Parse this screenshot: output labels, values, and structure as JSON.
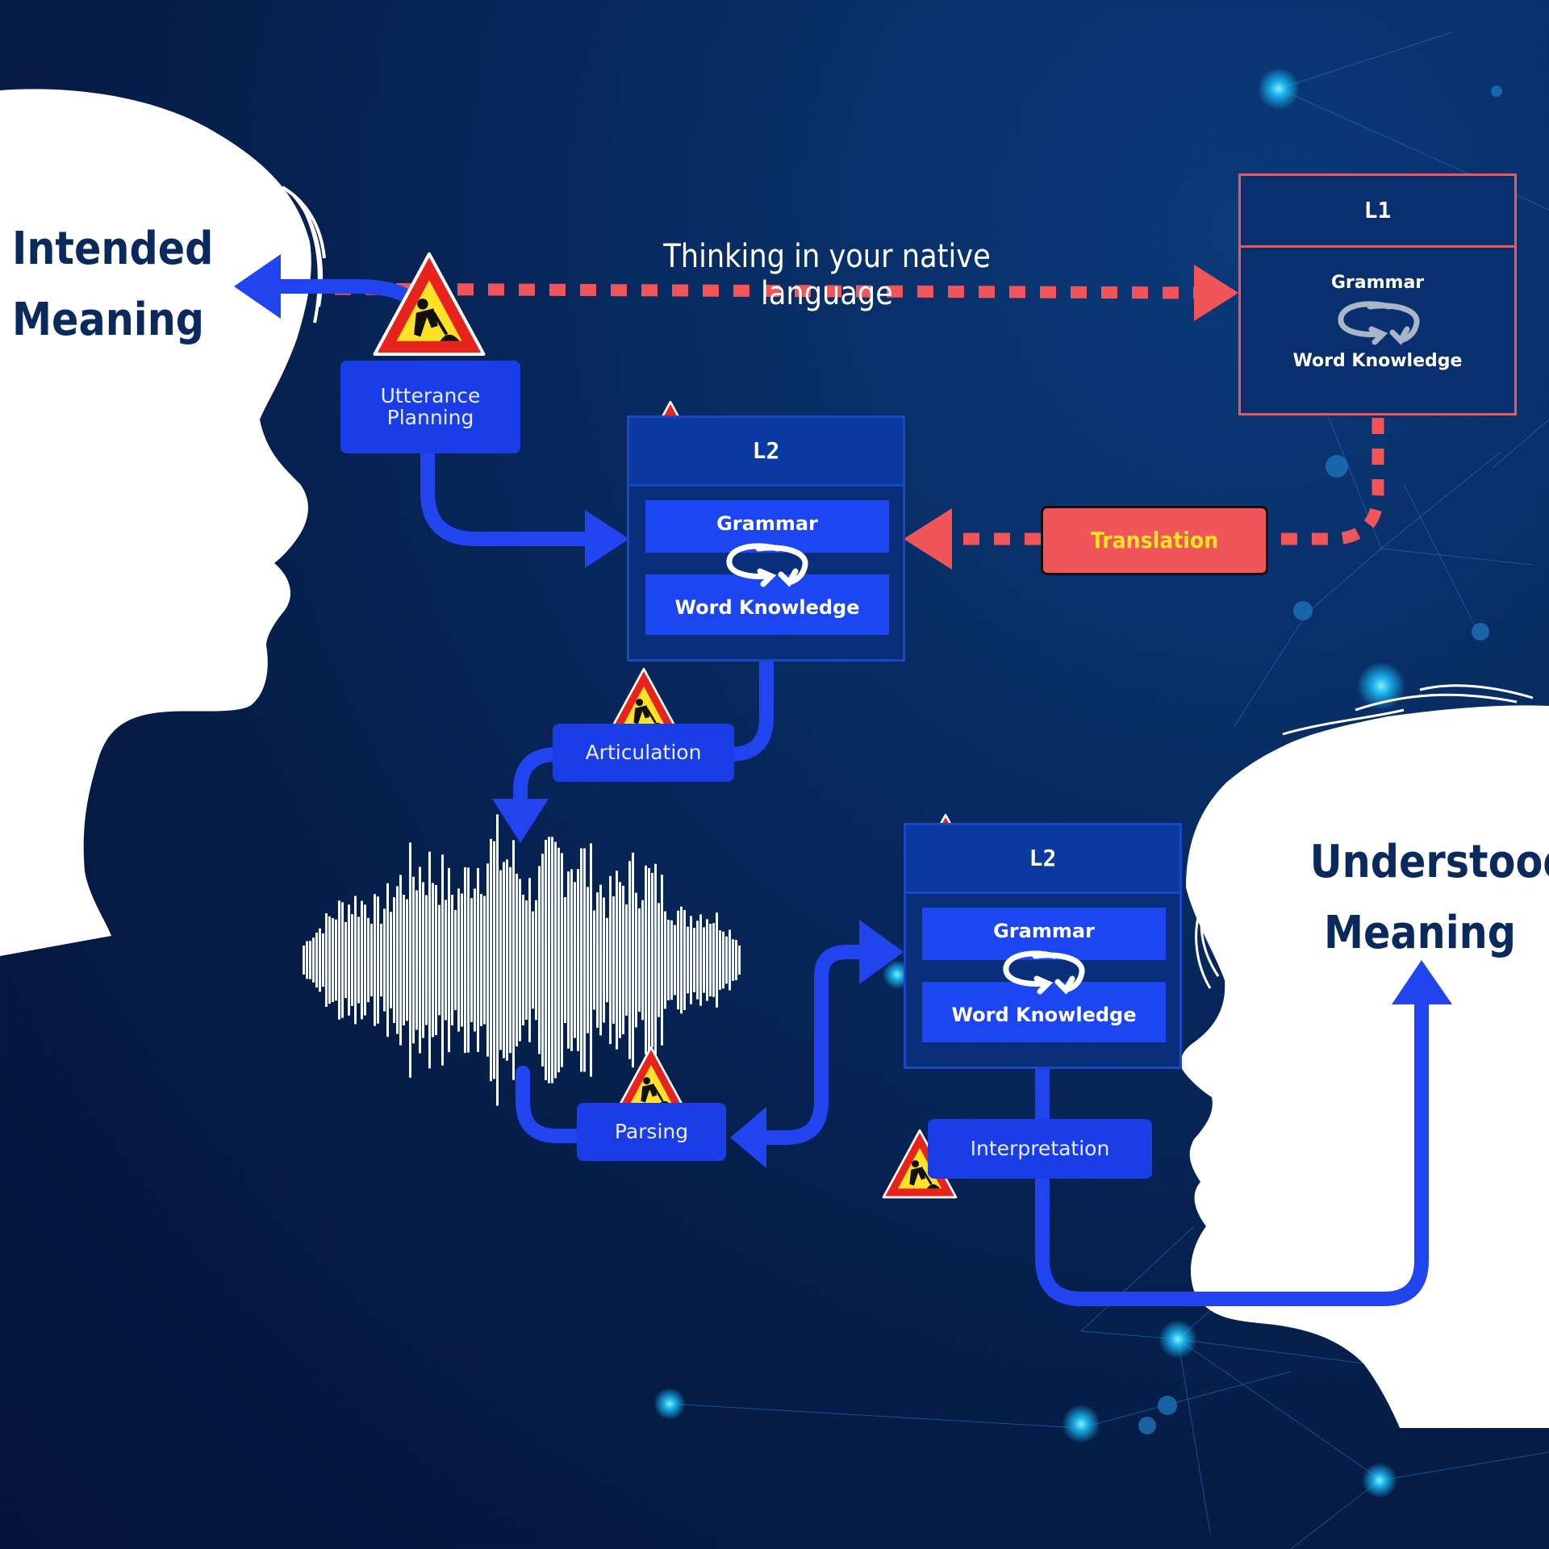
{
  "speaker": {
    "label_line1": "Intended",
    "label_line2": "Meaning"
  },
  "listener": {
    "label_line1": "Understood",
    "label_line2": "Meaning"
  },
  "thinking": {
    "label": "Thinking in your native language"
  },
  "l1": {
    "title": "L1",
    "grammar": "Grammar",
    "word_knowledge": "Word Knowledge"
  },
  "l2_production": {
    "title": "L2",
    "grammar": "Grammar",
    "word_knowledge": "Word Knowledge"
  },
  "l2_comprehension": {
    "title": "L2",
    "grammar": "Grammar",
    "word_knowledge": "Word Knowledge"
  },
  "translation": {
    "label": "Translation"
  },
  "steps": {
    "utterance_planning_line1": "Utterance",
    "utterance_planning_line2": "Planning",
    "articulation": "Articulation",
    "parsing": "Parsing",
    "interpretation": "Interpretation"
  },
  "colors": {
    "accent_blue": "#1b3de8",
    "arrow_blue": "#2244ee",
    "translation_red": "#f0555a",
    "translation_text": "#ffe227",
    "head_fill": "#ffffff"
  }
}
